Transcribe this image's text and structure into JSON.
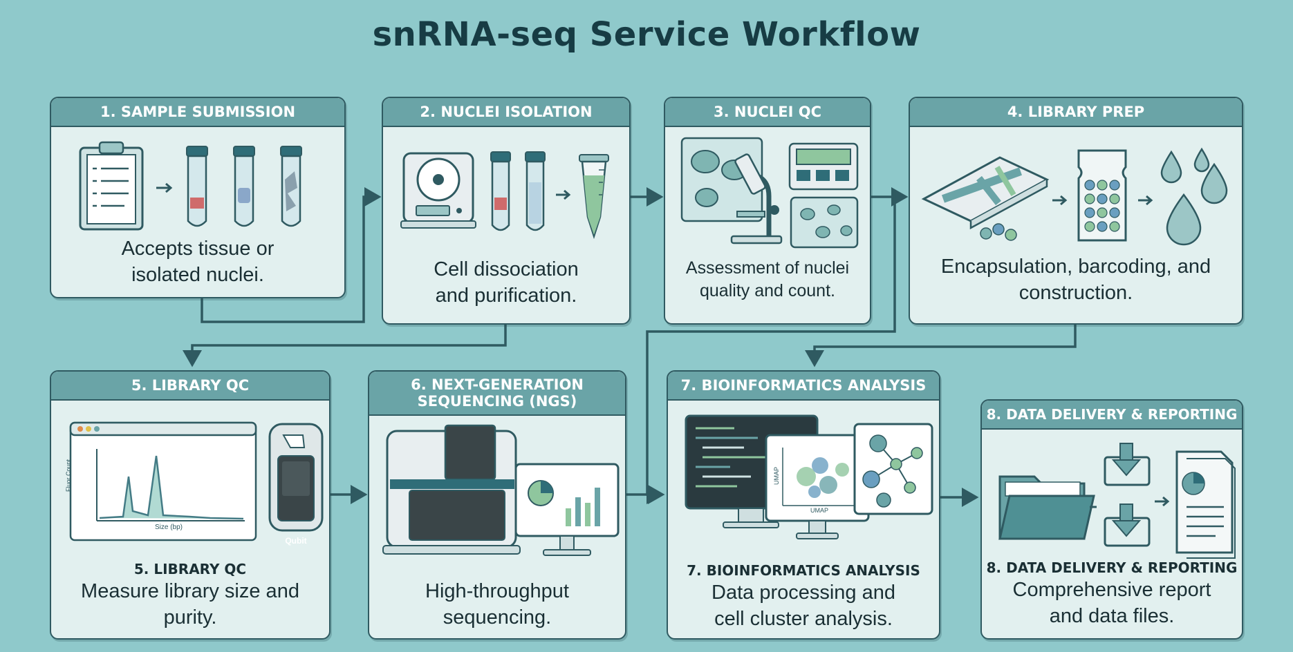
{
  "title": "snRNA-seq Service Workflow",
  "steps": [
    {
      "header": "1. SAMPLE SUBMISSION",
      "description": "Accepts tissue or isolated nuclei."
    },
    {
      "header": "2. NUCLEI ISOLATION",
      "description": "Cell dissociation and purification."
    },
    {
      "header": "3. NUCLEI QC",
      "description": "Assessment of nuclei quality and count."
    },
    {
      "header": "4. LIBRARY PREP",
      "description": "Encapsulation, barcoding, and construction."
    },
    {
      "header": "5. LIBRARY QC",
      "subheader": "5. LIBRARY QC",
      "description": "Measure library size and purity."
    },
    {
      "header": "6. NEXT-GENERATION SEQUENCING (NGS)",
      "description": "High-throughput sequencing."
    },
    {
      "header": "7. BIOINFORMATICS ANALYSIS",
      "subheader": "7. BIOINFORMATICS ANALYSIS",
      "description": "Data processing and cell cluster analysis."
    },
    {
      "header": "8. DATA DELIVERY & REPORTING",
      "subheader": "8. DATA DELIVERY & REPORTING",
      "description": "Comprehensive report and data files."
    }
  ],
  "labels": {
    "qubit": "Qubit",
    "graph_y": "Fluor Count",
    "graph_x": "Size (bp)",
    "umap_y": "UMAP",
    "umap_x": "UMAP"
  },
  "colors": {
    "background": "#8fc9cb",
    "card": "#e2f0ef",
    "header": "#6aa4a7",
    "border": "#2f5a61",
    "connector": "#2f5a61"
  }
}
